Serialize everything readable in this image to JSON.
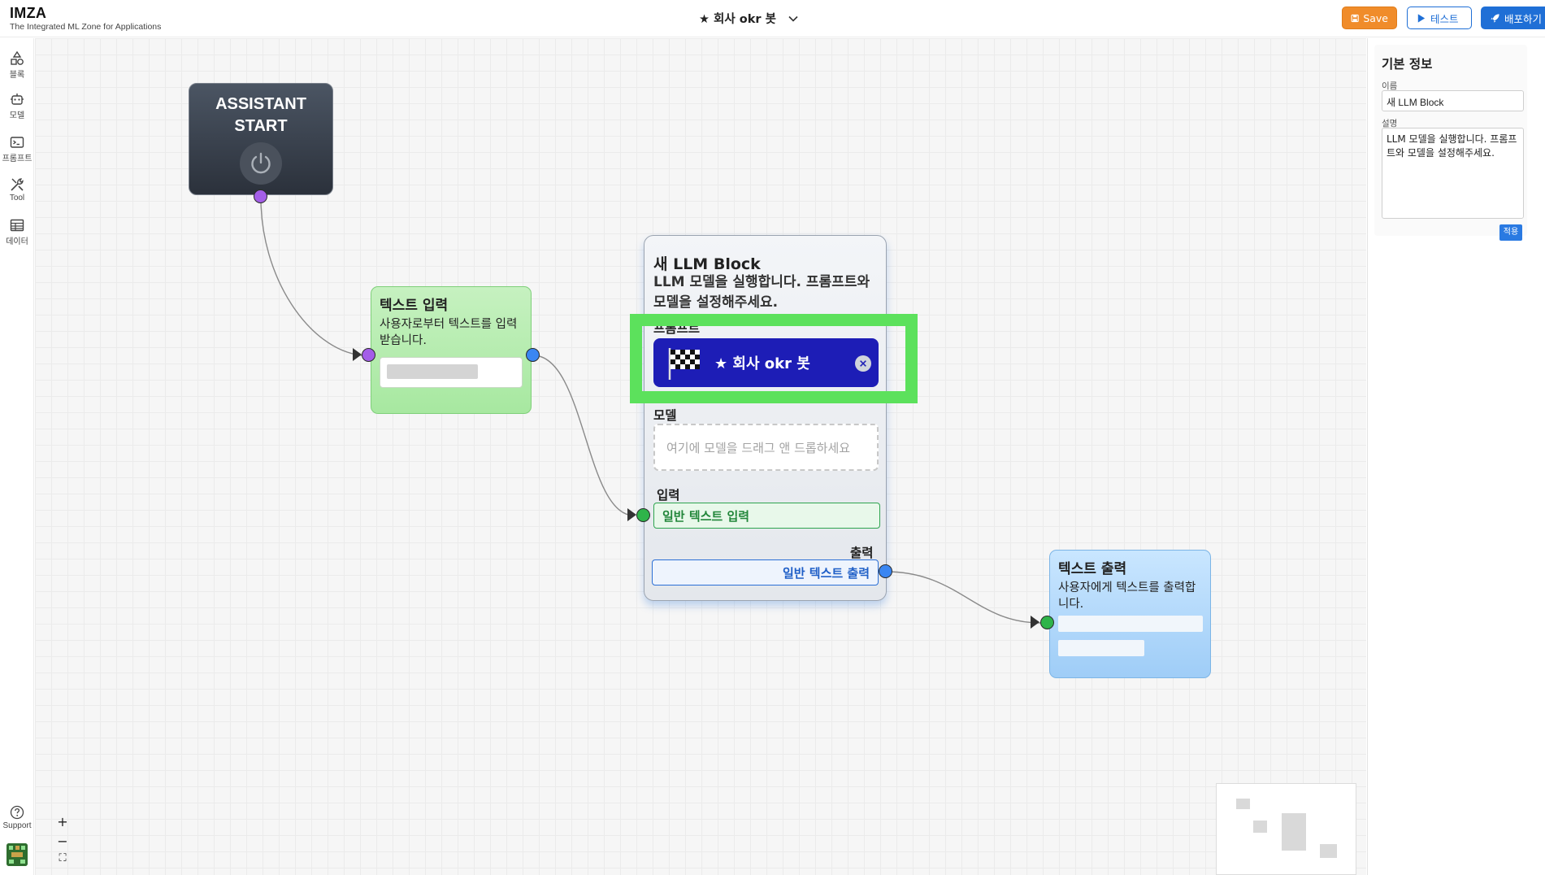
{
  "app": {
    "name": "IMZA",
    "subtitle": "The Integrated ML Zone for Applications"
  },
  "header": {
    "doc_title": "★ 회사 okr 봇",
    "save_label": "Save",
    "test_label": "테스트",
    "deploy_label": "배포하기"
  },
  "sidebar": {
    "items": [
      {
        "label": "블록",
        "icon": "shapes-icon"
      },
      {
        "label": "모델",
        "icon": "robot-icon"
      },
      {
        "label": "프롬프트",
        "icon": "terminal-icon"
      },
      {
        "label": "Tool",
        "icon": "tools-icon"
      },
      {
        "label": "데이터",
        "icon": "table-icon"
      }
    ],
    "support_label": "Support"
  },
  "nodes": {
    "start": {
      "title": "ASSISTANT START"
    },
    "text_input": {
      "title": "텍스트 입력",
      "desc": "사용자로부터 텍스트를 입력받습니다."
    },
    "llm": {
      "title": "새 LLM Block",
      "desc": "LLM 모델을 실행합니다. 프롬프트와 모델을 설정해주세요.",
      "prompt_label": "프롬프트",
      "prompt_chip": "★ 회사 okr 봇",
      "model_label": "모델",
      "model_placeholder": "여기에 모델을 드래그 앤 드롭하세요",
      "input_label": "입력",
      "input_port": "일반 텍스트 입력",
      "output_label": "출력",
      "output_port": "일반 텍스트 출력"
    },
    "text_output": {
      "title": "텍스트 출력",
      "desc": "사용자에게 텍스트를 출력합니다."
    }
  },
  "right_panel": {
    "title": "기본 정보",
    "name_label": "이름",
    "name_value": "새 LLM Block",
    "desc_label": "설명",
    "desc_value": "LLM 모델을 실행합니다. 프롬프트와 모델을 설정해주세요.",
    "apply_label": "적용"
  },
  "zoom": {
    "in": "+",
    "out": "−",
    "fit": "⛶"
  },
  "colors": {
    "save": "#f08c2a",
    "primary": "#1f6fd6",
    "highlight": "#5ce15c",
    "prompt_chip": "#1d1db6"
  }
}
